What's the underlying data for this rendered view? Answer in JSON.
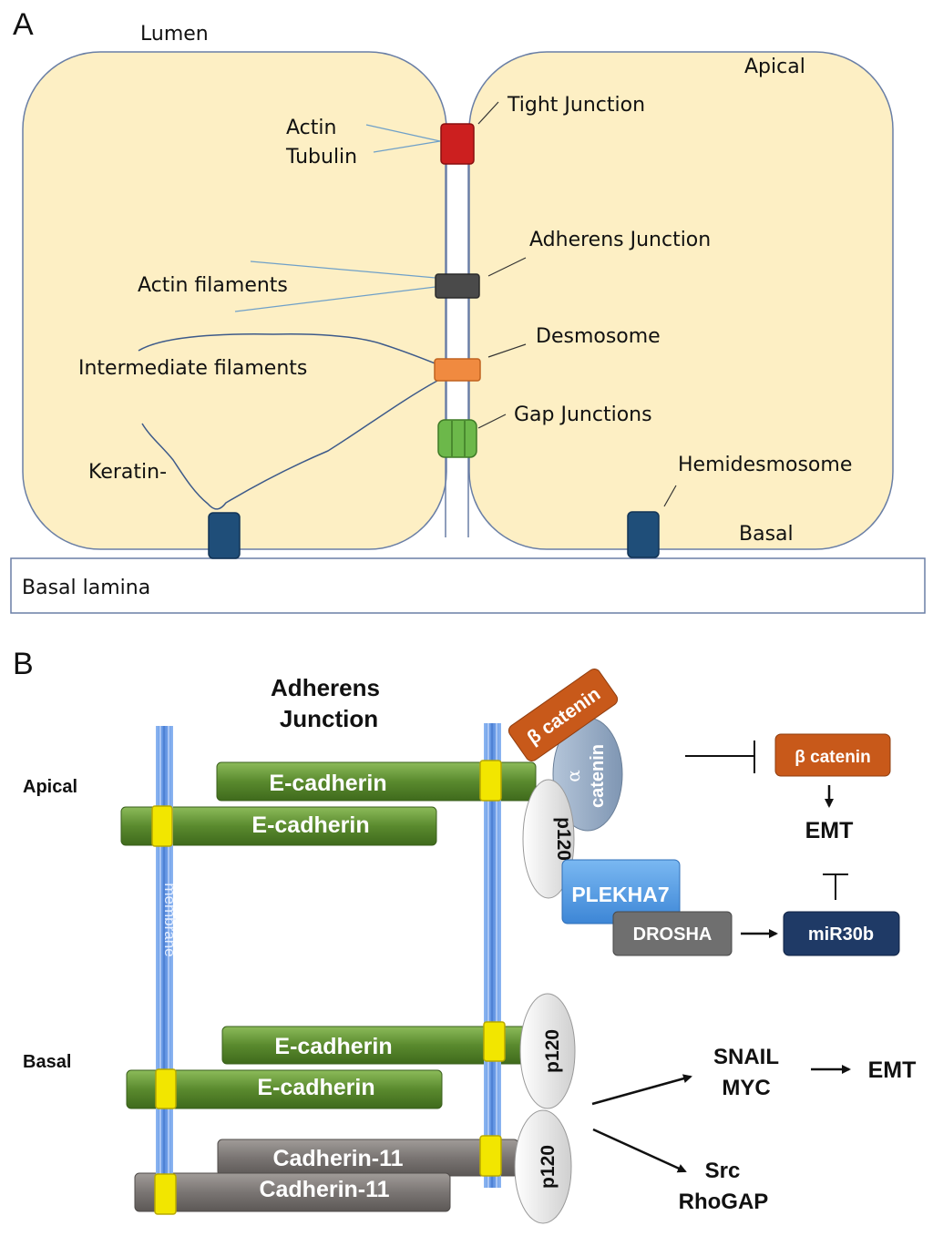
{
  "panel_a": {
    "label": "A",
    "lumen": "Lumen",
    "apical": "Apical",
    "basal": "Basal",
    "tight_junction": "Tight Junction",
    "actin": "Actin",
    "tubulin": "Tubulin",
    "adherens_junction": "Adherens Junction",
    "actin_filaments": "Actin filaments",
    "desmosome": "Desmosome",
    "intermediate_filaments": "Intermediate filaments",
    "gap_junctions": "Gap Junctions",
    "keratin": "Keratin-",
    "hemidesmosome": "Hemidesmosome",
    "basal_lamina": "Basal lamina",
    "colors": {
      "cell_fill": "#fdefc4",
      "tight_junction": "#cc1f1f",
      "adherens_junction": "#4a4a4a",
      "desmosome": "#f08a40",
      "gap_junction": "#6cb84a",
      "hemidesmosome": "#1f4e79"
    }
  },
  "panel_b": {
    "label": "B",
    "title_line1": "Adherens",
    "title_line2": "Junction",
    "apical": "Apical",
    "basal": "Basal",
    "membrane": "membrane",
    "ecad_1": "E-cadherin",
    "ecad_2": "E-cadherin",
    "ecad_3": "E-cadherin",
    "ecad_4": "E-cadherin",
    "cad11_1": "Cadherin-11",
    "cad11_2": "Cadherin-11",
    "beta_catenin_tilted": "β catenin",
    "alpha_catenin_1": "α",
    "alpha_catenin_2": "catenin",
    "p120_1": "p120",
    "p120_2": "p120",
    "p120_3": "p120",
    "plekha7": "PLEKHA7",
    "drosha": "DROSHA",
    "beta_catenin_box": "β catenin",
    "emt_top": "EMT",
    "mir30b": "miR30b",
    "snail": "SNAIL",
    "myc": "MYC",
    "emt_right": "EMT",
    "src": "Src",
    "rhogap": "RhoGAP",
    "colors": {
      "ecadherin": "#5a8a2e",
      "cadherin11": "#7a7573",
      "membrane": "#6b9ee8",
      "anchor": "#f2e600",
      "beta_catenin": "#c8591a",
      "alpha_catenin": "#8ea4bf",
      "plekha7": "#4f9be0",
      "drosha": "#6f6f6f",
      "mir30b": "#1f3a66"
    }
  }
}
